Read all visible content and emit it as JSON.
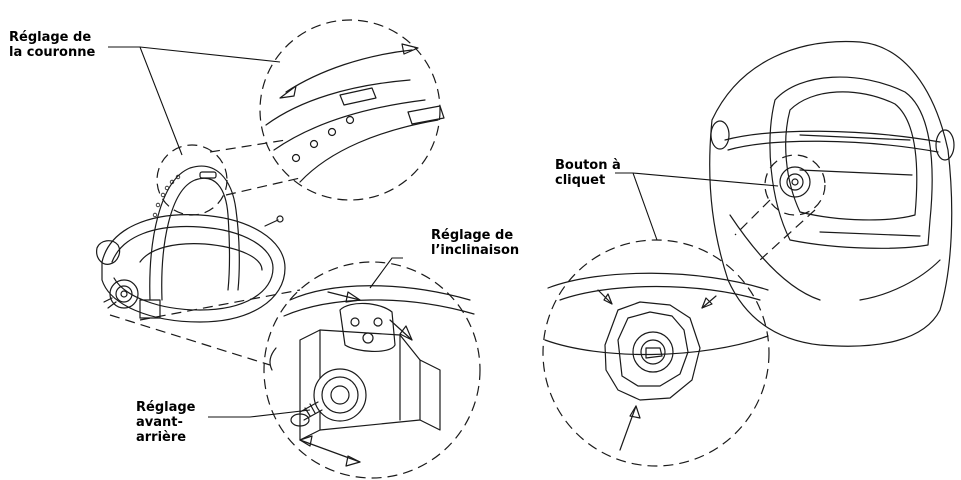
{
  "labels": {
    "crown": [
      "Réglage de",
      "la couronne"
    ],
    "tilt": [
      "Réglage de",
      "l’inclinaison"
    ],
    "front_back": [
      "Réglage",
      "avant-",
      "arrière"
    ],
    "ratchet": [
      "Bouton à",
      "cliquet"
    ]
  }
}
